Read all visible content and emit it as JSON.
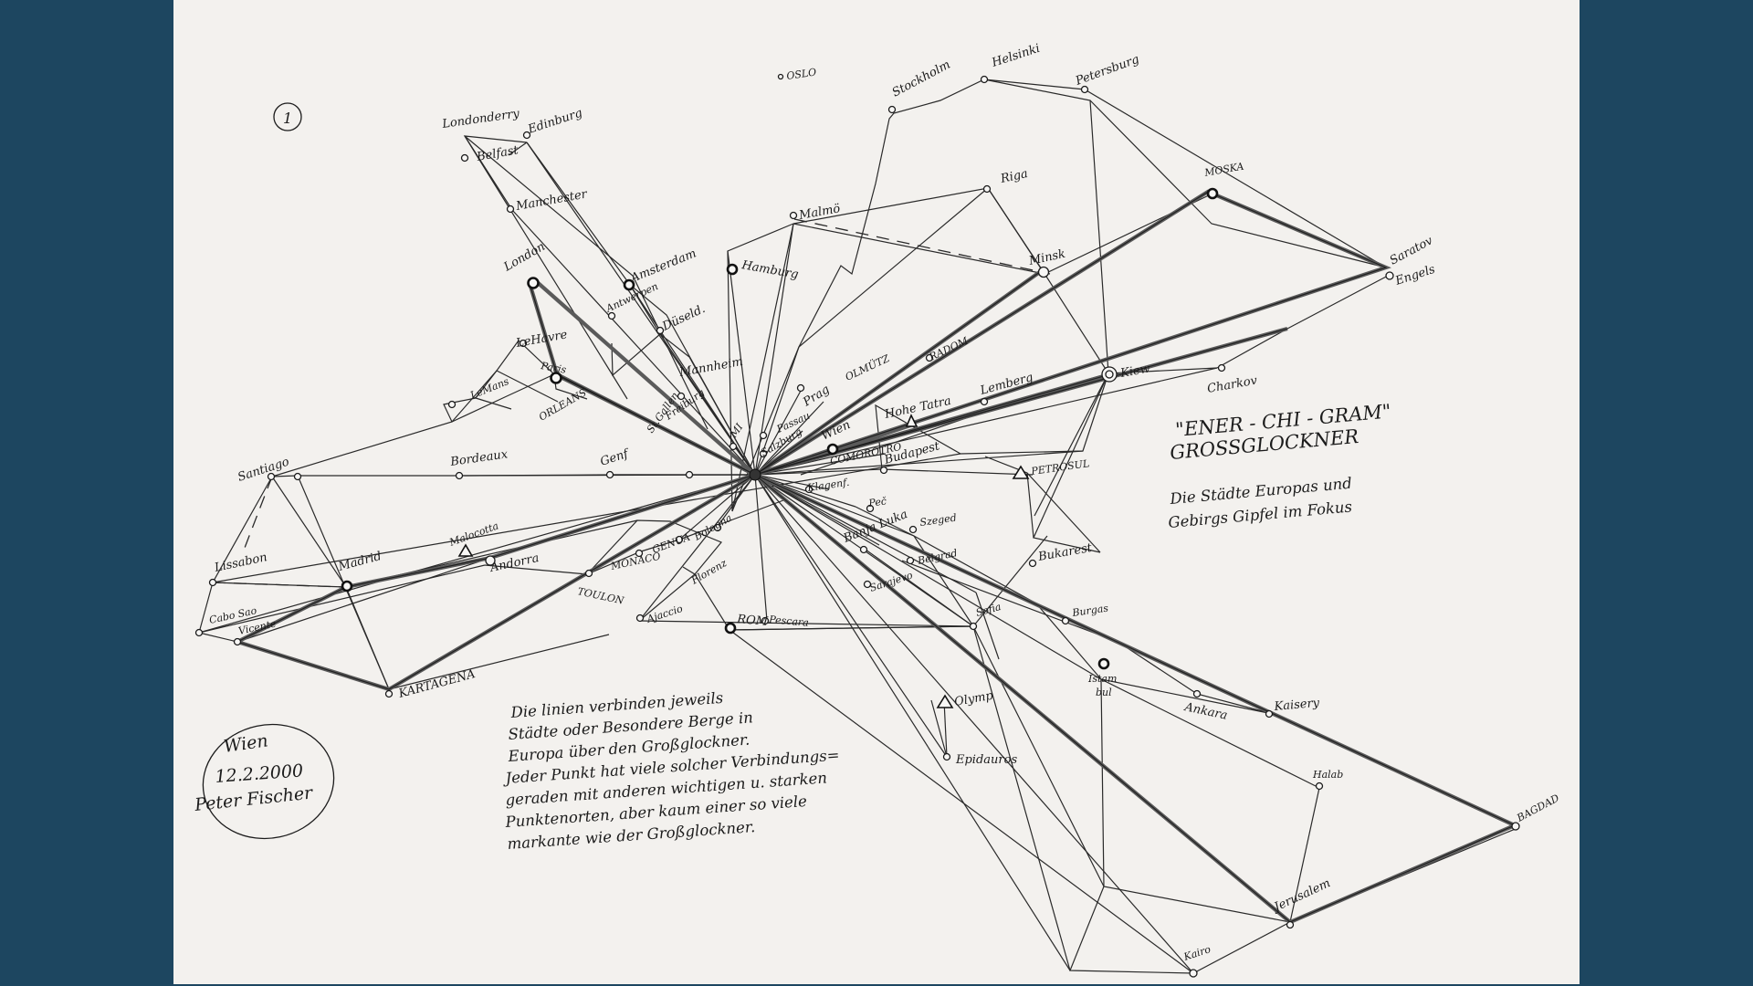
{
  "sheet": {
    "number": "1",
    "title_line1": "\"ENER - CHI - GRAM\"",
    "title_line2": "GROSSGLOCKNER",
    "subtitle_line1": "Die Städte Europas und",
    "subtitle_line2": "Gebirgs Gipfel im Fokus",
    "note_lines": [
      "Die linien verbinden jeweils",
      "Städte oder Besondere Berge in",
      "Europa über den Großglockner.",
      "Jeder Punkt hat viele solcher Verbindungs=",
      "geraden mit anderen wichtigen u. starken",
      "Punktenorten, aber kaum einer so viele",
      "markante wie der Großglockner."
    ],
    "signature": {
      "place": "Wien",
      "date": "12.2.2000",
      "name": "Peter Fischer"
    }
  },
  "places": {
    "oslo": "OSLO",
    "stockholm": "Stockholm",
    "helsinki": "Helsinki",
    "petersburg": "Petersburg",
    "londonderry": "Londonderry",
    "edinburg": "Edinburg",
    "belfast": "Belfast",
    "manchester": "Manchester",
    "malmo": "Malmö",
    "riga": "Riga",
    "moskau": "MOSKA",
    "hamburg": "Hamburg",
    "amsterdam": "Amsterdam",
    "london": "London",
    "antwerpen": "Antwerpen",
    "duesseldorf": "Düseld.",
    "minsk": "Minsk",
    "saratov": "Saratov",
    "engels": "Engels",
    "lehavre": "LeHavre",
    "paris": "Paris",
    "lemans": "LeMans",
    "orleans": "ORLEANS",
    "mannheim": "Mannheim",
    "prag": "Prag",
    "olmuetz": "OLMÜTZ",
    "radom": "RADOM",
    "lemberg": "Lemberg",
    "kiew": "Kiew",
    "charkov": "Charkov",
    "freiburg": "Freiburg",
    "stgallen": "St.Gallen",
    "mi": "MI",
    "passau": "Passau",
    "salzburg": "Salzburg",
    "wien": "Wien",
    "hohetatra": "Hohe Tatra",
    "comorotro": "COMOROTRO",
    "budapest": "Budapest",
    "petrosul": "PETROSUL",
    "santiago": "Santiago",
    "bordeaux": "Bordeaux",
    "genf": "Genf",
    "klagenfurt": "Klagenf.",
    "pec": "Peč",
    "szeged": "Szeged",
    "bukarest": "Bukarest",
    "lissabon": "Lissabon",
    "malocotta": "Malocotta",
    "madrid": "Madrid",
    "andorra": "Andorra",
    "monaco": "MONACO",
    "genua": "GENUA",
    "bologna": "Bologna",
    "florenz": "Florenz",
    "toulon": "TOULON",
    "ajaccio": "Ajaccio",
    "banjaluka": "Banja Luka",
    "belgrad": "Belgrad",
    "sarajevo": "Sarajevo",
    "cabosao": "Cabo Sao",
    "vicente": "Vicente",
    "rom": "ROM",
    "pescara": "Pescara",
    "sofia": "Sofia",
    "burgas": "Burgas",
    "kartagena": "KARTAGENA",
    "istanbul_1": "Istam",
    "istanbul_2": "bul",
    "ankara": "Ankara",
    "kaisery": "Kaisery",
    "olymp": "Olymp",
    "epidauros": "Epidauros",
    "halab": "Halab",
    "bagdad": "BAGDAD",
    "jerusalem": "Jerusalem",
    "kairo": "Kairo"
  },
  "colors": {
    "page_background": "#1d4660",
    "paper": "#f3f1ee",
    "ink": "#1b1b1b",
    "thick_line": "#5a5a5a"
  }
}
